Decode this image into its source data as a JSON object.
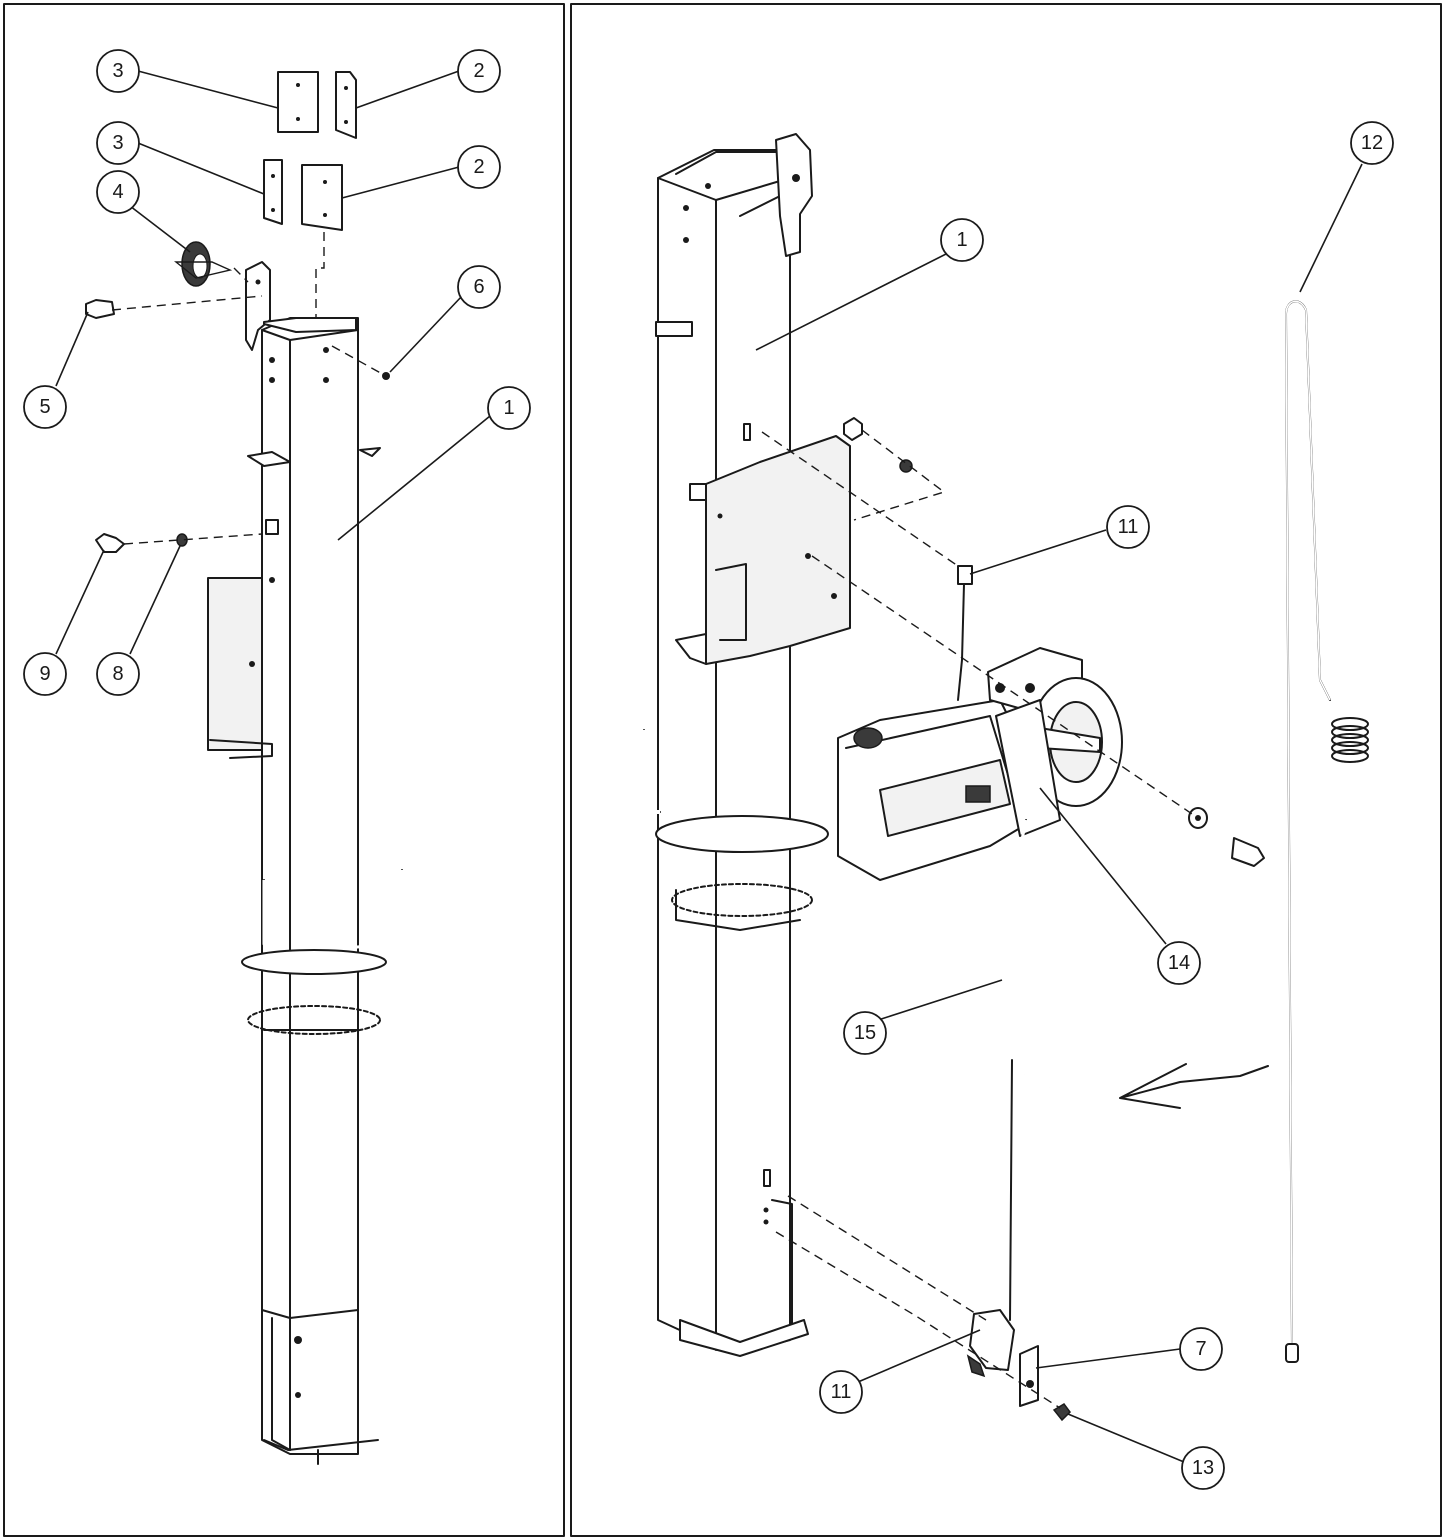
{
  "balloons": {
    "left": {
      "b3a": "3",
      "b2a": "2",
      "b3b": "3",
      "b2b": "2",
      "b4": "4",
      "b6": "6",
      "b5": "5",
      "b1": "1",
      "b9": "9",
      "b8": "8"
    },
    "right": {
      "b1": "1",
      "b11a": "11",
      "b12": "12",
      "b14": "14",
      "b15": "15",
      "b7": "7",
      "b11b": "11",
      "b13": "13"
    }
  }
}
